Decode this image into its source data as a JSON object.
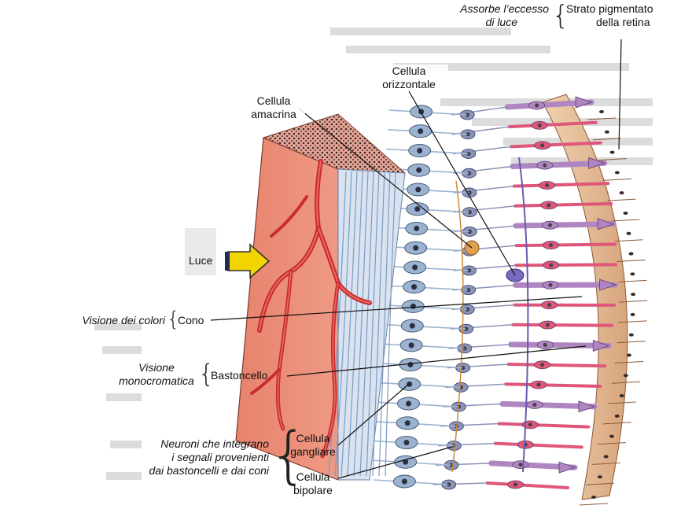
{
  "labels": {
    "absorbs": [
      "Assorbe l’eccesso",
      "di luce"
    ],
    "pigment": [
      "Strato pigmentato",
      "della retina"
    ],
    "horizontal": [
      "Cellula",
      "orizzontale"
    ],
    "amacrine": [
      "Cellula",
      "amacrina"
    ],
    "light": "Luce",
    "color_vision": "Visione dei colori",
    "cone": "Cono",
    "mono_vision": [
      "Visione",
      "monocromatica"
    ],
    "rod": "Bastoncello",
    "neurons": [
      "Neuroni che integrano",
      "i segnali provenienti",
      "dai bastoncelli e dai coni"
    ],
    "ganglion": [
      "Cellula",
      "gangliare"
    ],
    "bipolar": [
      "Cellula",
      "bipolare"
    ]
  },
  "colors": {
    "choroid": "#e98d76",
    "choroid_dark": "#c8604c",
    "vessel": "#c92b2f",
    "nerve_fiber": "#8fa9c8",
    "ganglion_cell": "#9bb3d0",
    "bipolar_cell": "#8a92b8",
    "cone_cell": "#b086c2",
    "rod_cell": "#e0567a",
    "pigment_layer": "#e9c4a0",
    "pigment_dot": "#3b2a2a",
    "arrow": "#f2d400",
    "background_text": "#d9d9d9"
  },
  "icons": [
    "light-arrow-icon"
  ]
}
